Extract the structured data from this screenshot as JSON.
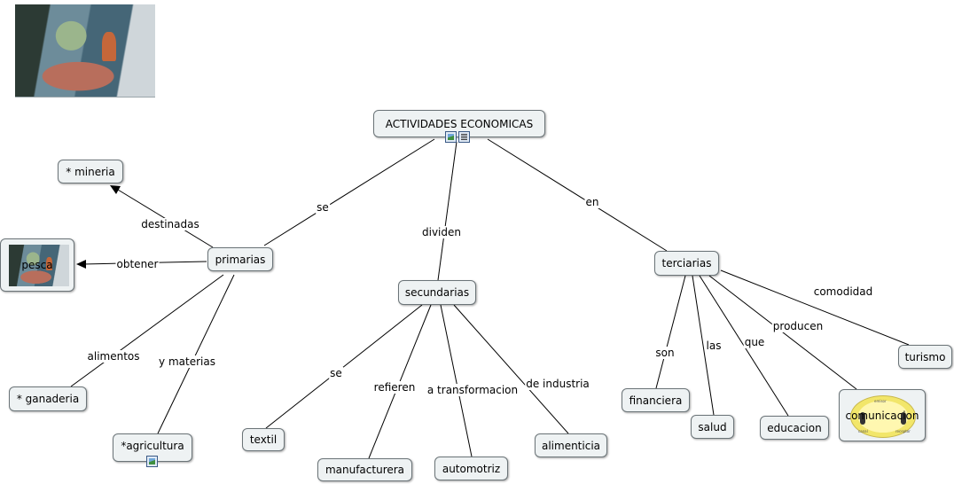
{
  "map": {
    "root": "ACTIVIDADES  ECONOMICAS",
    "nodes": {
      "mineria": "* mineria",
      "pesca": "pesca",
      "primarias": "primarias",
      "secundarias": "secundarias",
      "terciarias": "terciarias",
      "ganaderia": "* ganaderia",
      "agricultura": "*agricultura",
      "textil": "textil",
      "manufacturera": "manufacturera",
      "automotriz": "automotriz",
      "alimenticia": "alimenticia",
      "financiera": "financiera",
      "salud": "salud",
      "educacion": "educacion",
      "comunicacion": "comunicacion",
      "turismo": "turismo"
    },
    "links": {
      "se_root": "se",
      "dividen": "dividen",
      "en": "en",
      "destinadas": "destinadas",
      "obtener": "obtener",
      "alimentos": "alimentos",
      "y_materias": "y materias",
      "se_sec": "se",
      "refieren": "refieren",
      "a_transformacion": "a transformacion",
      "de_industria": "de industria",
      "son": "son",
      "las": "las",
      "que": "que",
      "producen": "producen",
      "comodidad": "comodidad"
    },
    "icons": {
      "root": [
        "image-icon",
        "document-icon"
      ],
      "agricultura": [
        "image-icon"
      ],
      "header_photo": "fishing-boat-photo",
      "pesca_photo": "fishing-boat-photo",
      "comunicacion_logo": "communication-logo"
    }
  }
}
